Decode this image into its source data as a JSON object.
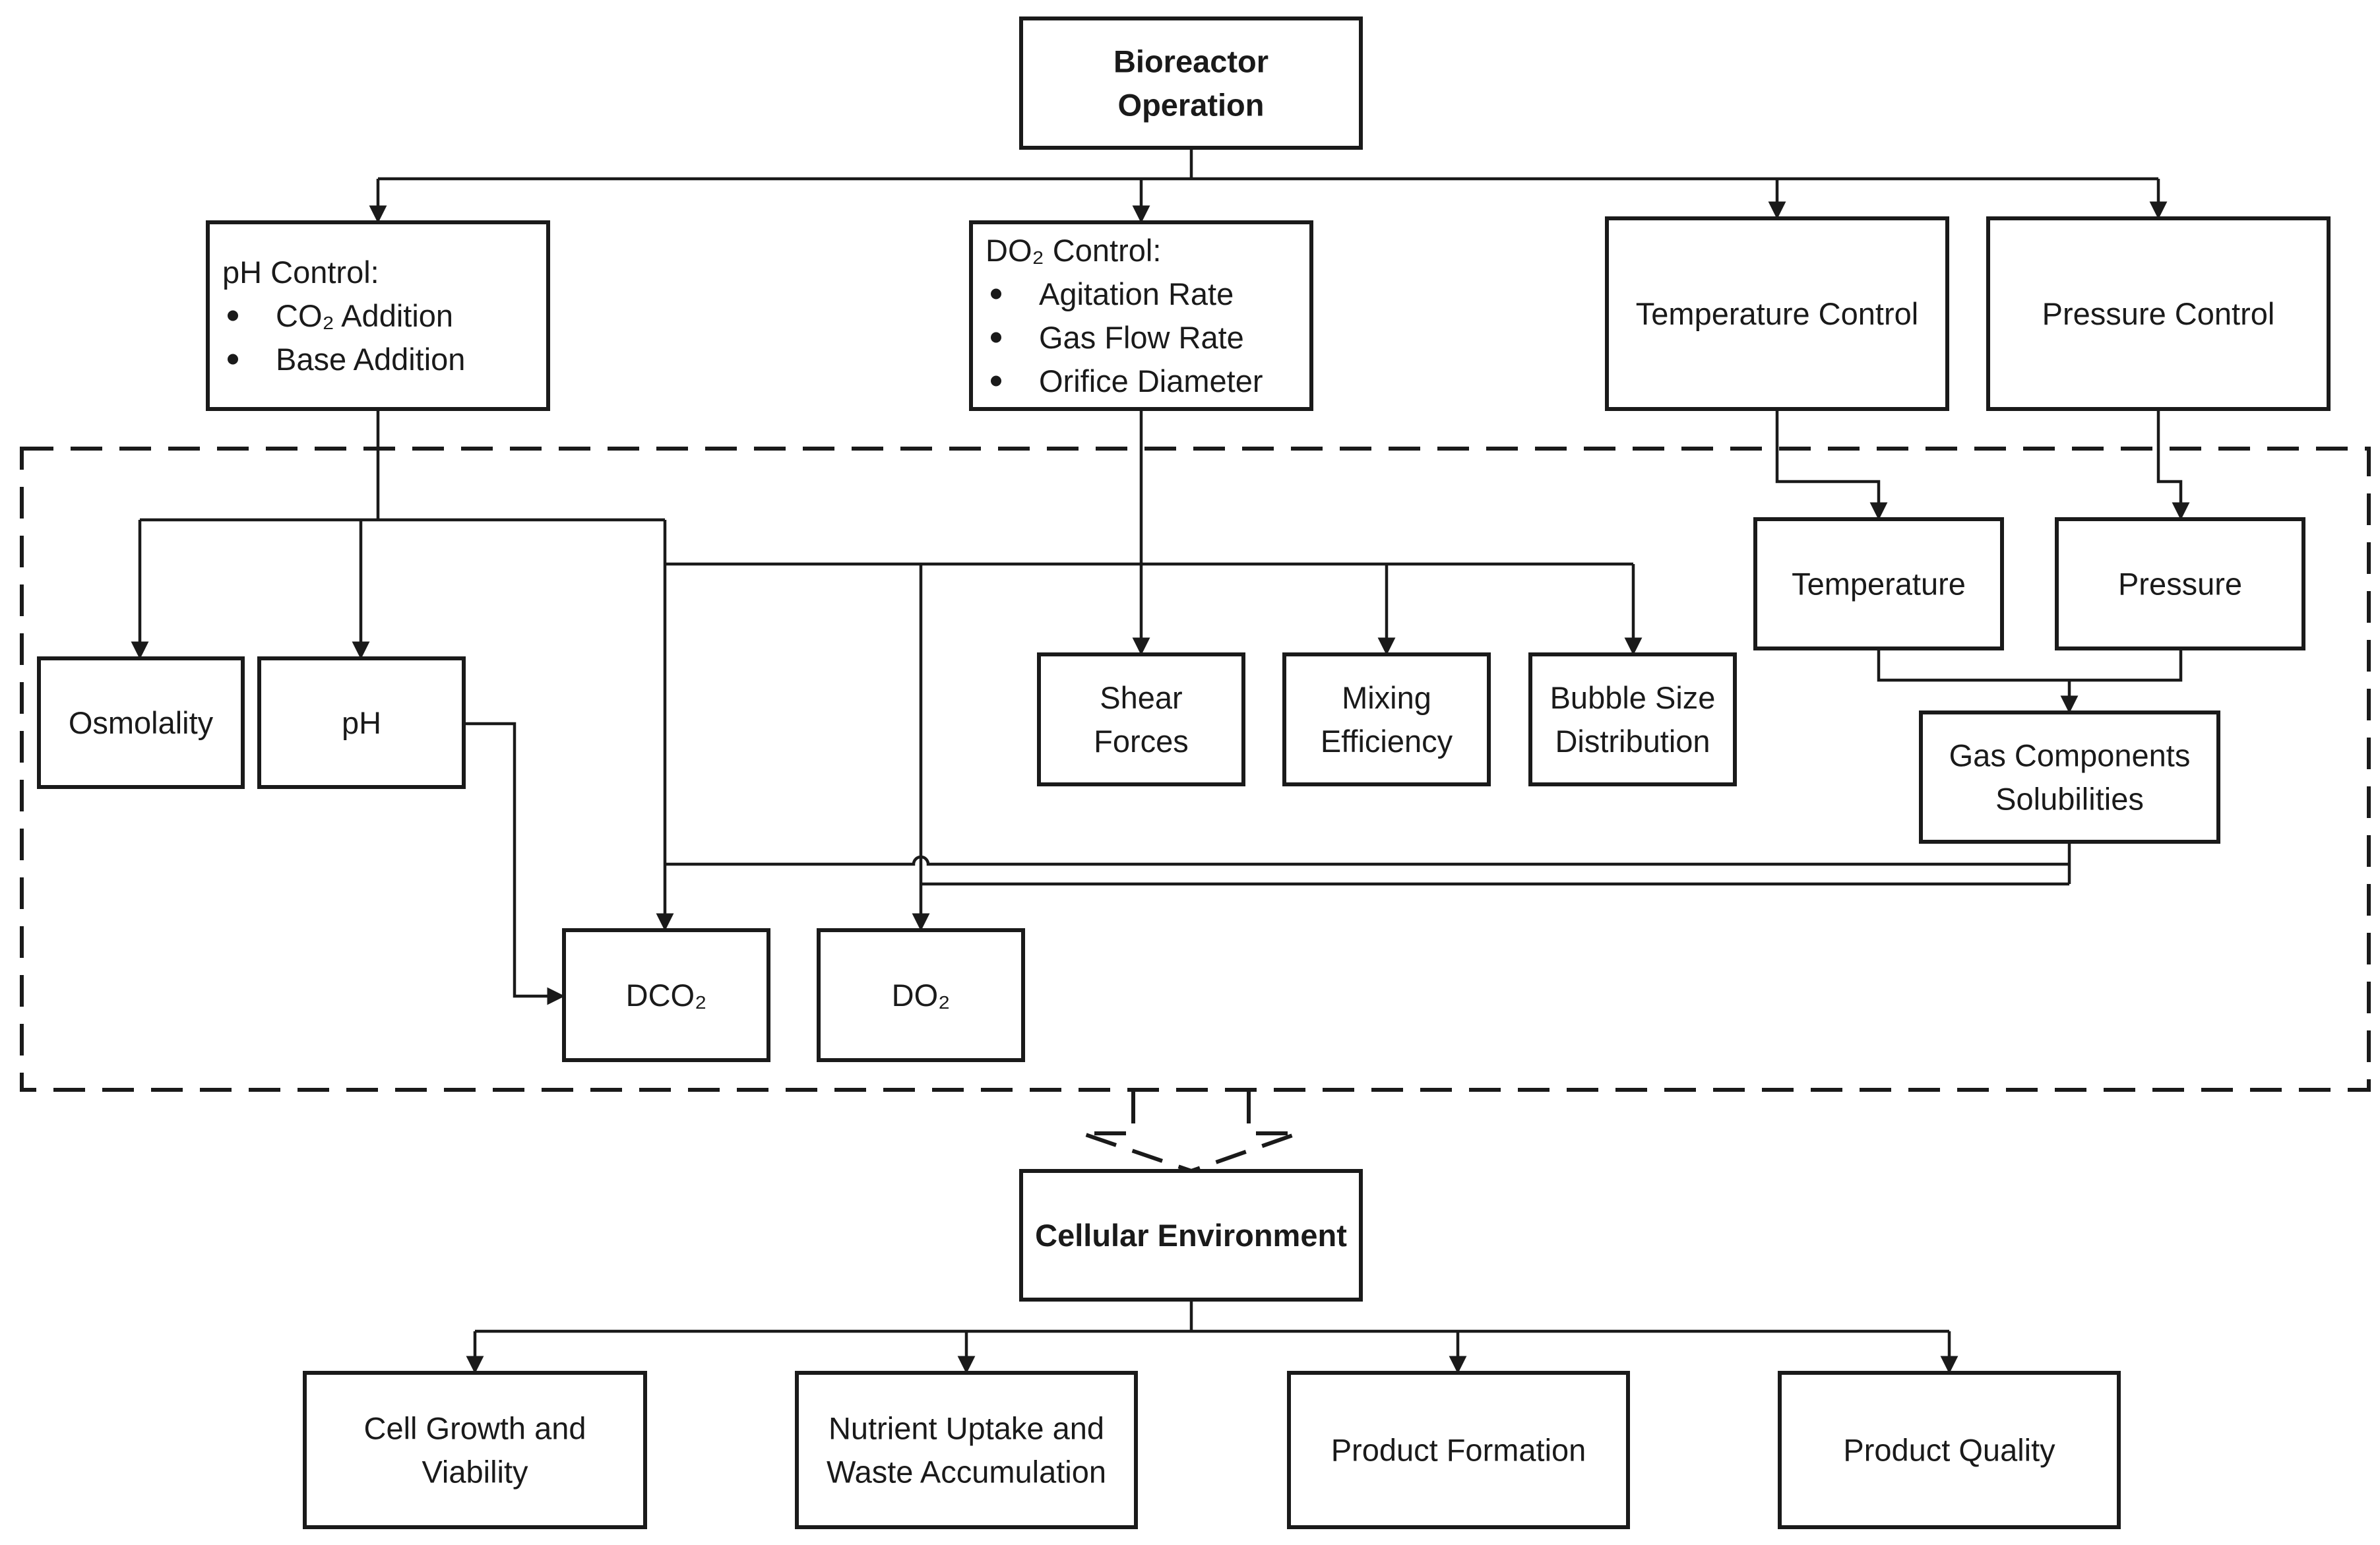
{
  "nodes": {
    "bioreactor_operation": {
      "lines": [
        "Bioreactor",
        "Operation"
      ],
      "bold": true
    },
    "ph_control": {
      "title": "pH Control:",
      "items": [
        "CO₂ Addition",
        "Base Addition"
      ]
    },
    "do2_control": {
      "title": "DO₂ Control:",
      "items": [
        "Agitation Rate",
        "Gas Flow Rate",
        "Orifice Diameter"
      ]
    },
    "temperature_control": {
      "lines": [
        "Temperature Control"
      ]
    },
    "pressure_control": {
      "lines": [
        "Pressure Control"
      ]
    },
    "osmolality": {
      "lines": [
        "Osmolality"
      ]
    },
    "ph": {
      "lines": [
        "pH"
      ]
    },
    "shear_forces": {
      "lines": [
        "Shear",
        "Forces"
      ]
    },
    "mixing_efficiency": {
      "lines": [
        "Mixing",
        "Efficiency"
      ]
    },
    "bubble_size_distribution": {
      "lines": [
        "Bubble Size",
        "Distribution"
      ]
    },
    "temperature": {
      "lines": [
        "Temperature"
      ]
    },
    "pressure": {
      "lines": [
        "Pressure"
      ]
    },
    "gas_components_solubilities": {
      "lines": [
        "Gas Components",
        "Solubilities"
      ]
    },
    "dco2": {
      "lines": [
        "DCO₂"
      ]
    },
    "do2": {
      "lines": [
        "DO₂"
      ]
    },
    "cellular_environment": {
      "lines": [
        "Cellular Environment"
      ],
      "bold": true
    },
    "cell_growth": {
      "lines": [
        "Cell Growth and",
        "Viability"
      ]
    },
    "nutrient_uptake": {
      "lines": [
        "Nutrient Uptake and",
        "Waste Accumulation"
      ]
    },
    "product_formation": {
      "lines": [
        "Product Formation"
      ]
    },
    "product_quality": {
      "lines": [
        "Product Quality"
      ]
    }
  }
}
